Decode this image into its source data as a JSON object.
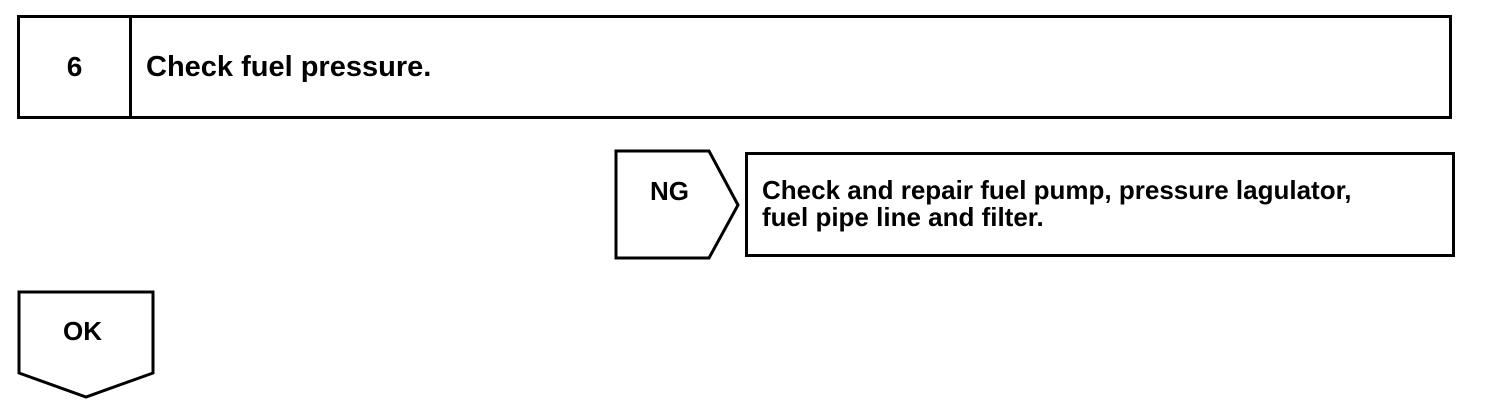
{
  "step": {
    "number": "6",
    "title": "Check fuel pressure."
  },
  "ng_branch": {
    "label": "NG",
    "action_lines": [
      "Check and repair fuel pump, pressure lagulator,",
      "fuel pipe line and filter."
    ]
  },
  "ok_branch": {
    "label": "OK"
  },
  "colors": {
    "line": "#000000",
    "background": "#ffffff"
  }
}
